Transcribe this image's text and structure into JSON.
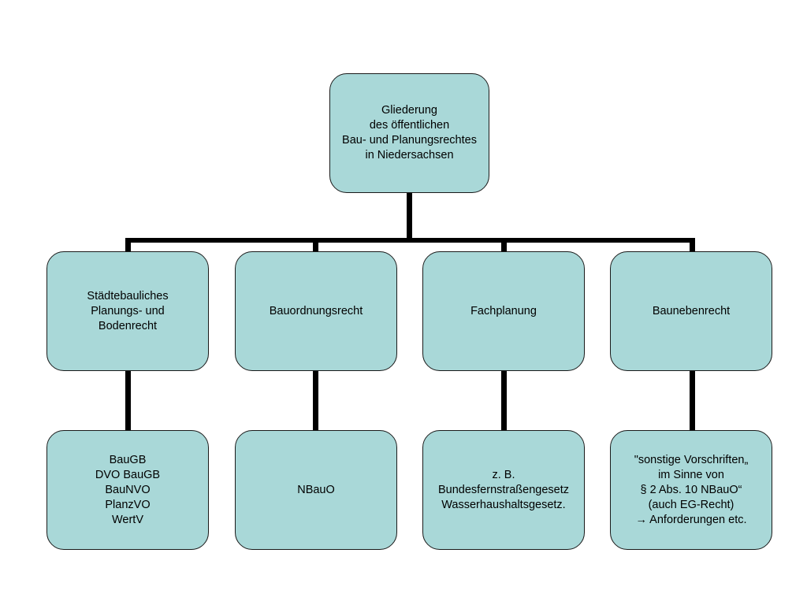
{
  "colors": {
    "box_fill": "#a9d8d8",
    "box_border": "#1a1a1a",
    "connector": "#000000",
    "background": "#ffffff"
  },
  "root": {
    "lines": [
      "Gliederung",
      "des öffentlichen",
      "Bau- und Planungsrechtes",
      "in Niedersachsen"
    ]
  },
  "categories": [
    {
      "lines": [
        "Städtebauliches",
        "Planungs- und",
        "Bodenrecht"
      ]
    },
    {
      "lines": [
        "Bauordnungsrecht"
      ]
    },
    {
      "lines": [
        "Fachplanung"
      ]
    },
    {
      "lines": [
        "Baunebenrecht"
      ]
    }
  ],
  "leaves": [
    {
      "lines": [
        "BauGB",
        "DVO BauGB",
        "BauNVO",
        "PlanzVO",
        "WertV"
      ]
    },
    {
      "lines": [
        "NBauO"
      ]
    },
    {
      "lines": [
        "z. B.",
        "Bundesfernstraßengesetz",
        "Wasserhaushaltsgesetz."
      ]
    },
    {
      "lines": [
        "\"sonstige Vorschriften„",
        "im Sinne von",
        "§ 2 Abs. 10 NBauO“",
        "(auch EG-Recht)",
        "→ Anforderungen etc."
      ]
    }
  ]
}
